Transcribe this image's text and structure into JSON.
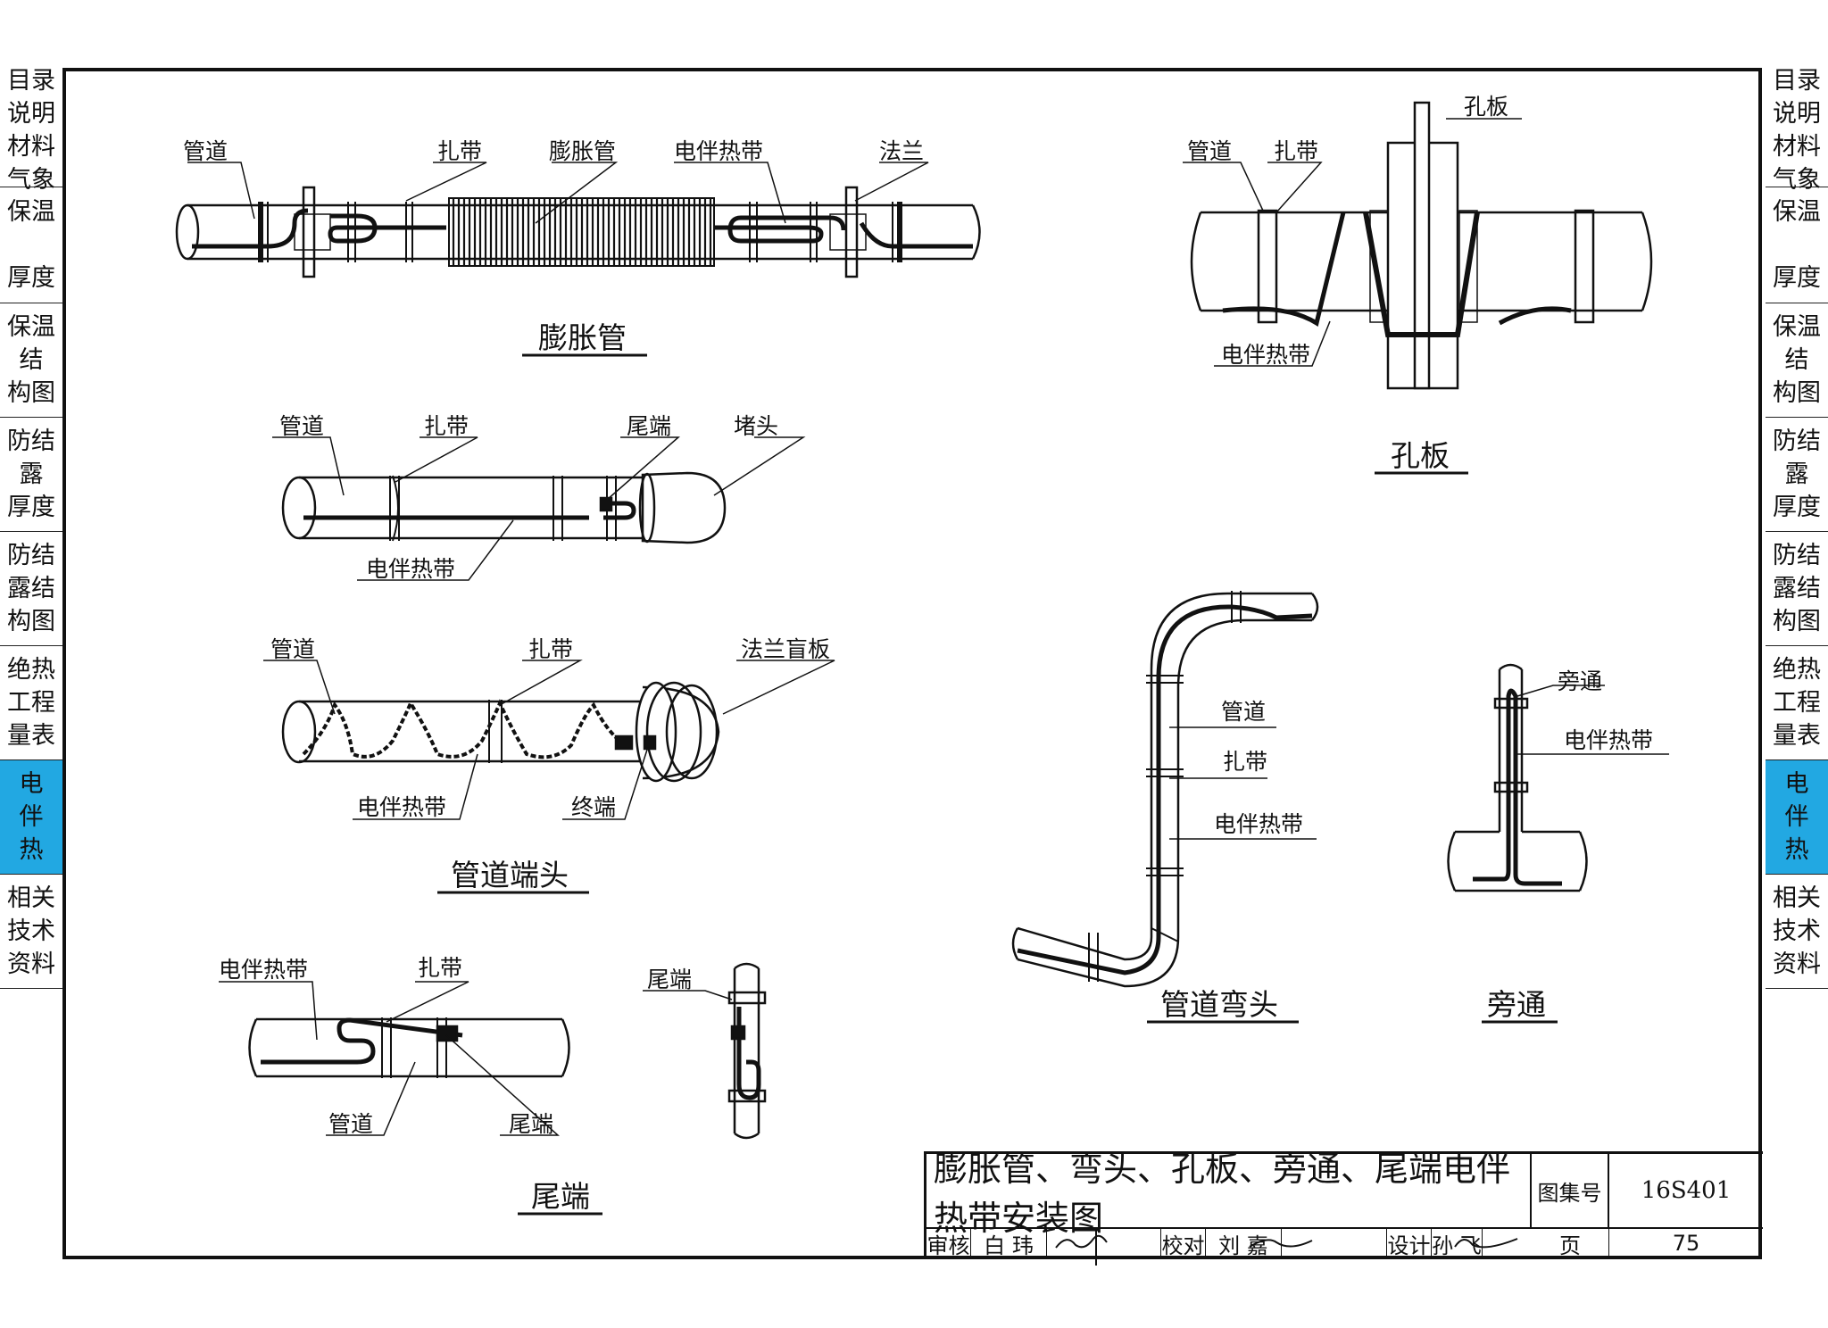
{
  "side_tabs": [
    {
      "label": "目录\n说明\n材料\n气象",
      "active": false
    },
    {
      "label": "保温\n\n厚度",
      "active": false
    },
    {
      "label": "保温\n结\n构图",
      "active": false
    },
    {
      "label": "防结\n露\n厚度",
      "active": false
    },
    {
      "label": "防结\n露结\n构图",
      "active": false
    },
    {
      "label": "绝热\n工程\n量表",
      "active": false
    },
    {
      "label": "电\n伴\n热",
      "active": true
    },
    {
      "label": "相关\n技术\n资料",
      "active": false
    }
  ],
  "colors": {
    "active_tab": "#22a8e2",
    "line": "#111111"
  },
  "diagrams": {
    "expansion": {
      "title": "膨胀管",
      "labels": {
        "pipe": "管道",
        "strap": "扎带",
        "bellows": "膨胀管",
        "heat_tape": "电伴热带",
        "flange": "法兰"
      }
    },
    "orifice": {
      "title": "孔板",
      "labels": {
        "pipe": "管道",
        "strap": "扎带",
        "plate": "孔板",
        "heat_tape": "电伴热带"
      }
    },
    "plug_end": {
      "labels": {
        "pipe": "管道",
        "strap": "扎带",
        "tail": "尾端",
        "plug": "堵头",
        "heat_tape": "电伴热带"
      }
    },
    "pipe_end": {
      "title": "管道端头",
      "labels": {
        "pipe": "管道",
        "strap": "扎带",
        "blind_flange": "法兰盲板",
        "heat_tape": "电伴热带",
        "terminal": "终端"
      }
    },
    "elbow": {
      "title": "管道弯头",
      "labels": {
        "pipe": "管道",
        "strap": "扎带",
        "heat_tape": "电伴热带"
      }
    },
    "bypass": {
      "title": "旁通",
      "labels": {
        "bypass": "旁通",
        "heat_tape": "电伴热带"
      }
    },
    "tail": {
      "title": "尾端",
      "labels": {
        "heat_tape": "电伴热带",
        "strap": "扎带",
        "pipe": "管道",
        "tail": "尾端",
        "tail_side": "尾端"
      }
    }
  },
  "title_block": {
    "title": "膨胀管、弯头、孔板、旁通、尾端电伴热带安装图",
    "set_label": "图集号",
    "set_value": "16S401",
    "review_label": "审核",
    "review_name": "白 玮",
    "check_label": "校对",
    "check_name": "刘 嘉",
    "design_label": "设计",
    "design_name": "孙 飞",
    "page_label": "页",
    "page_value": "75"
  }
}
